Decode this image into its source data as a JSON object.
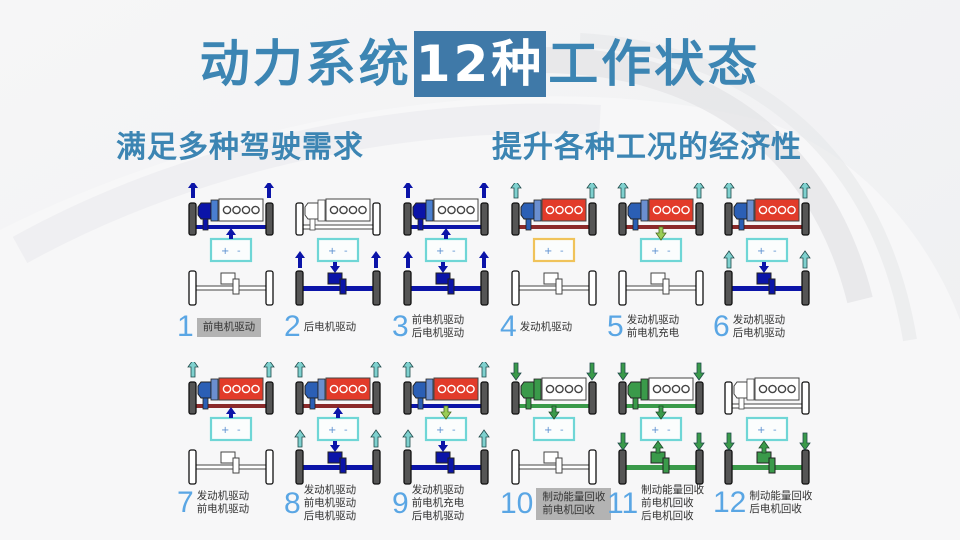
{
  "title": {
    "prefix": "动力系统",
    "highlight": "12种",
    "suffix": "工作状态"
  },
  "subtitles": {
    "left": "满足多种驾驶需求",
    "right": "提升各种工况的经济性"
  },
  "colors": {
    "title": "#3c85b3",
    "highlight_bg": "#3f79a8",
    "number": "#5aa6e4",
    "motor_drive": "#0b14a8",
    "engine_active": "#e23b2a",
    "engine_axle": "#8b2a2a",
    "regen": "#3a9a4a",
    "battery": "#6fd6d6",
    "battery_idle": "#f0c35a",
    "idle": "#888888",
    "output_arrow": "#7fd1cf"
  },
  "modes": [
    {
      "id": 1,
      "number": "1",
      "lines": [
        "前电机驱动"
      ],
      "boxed": true,
      "front": {
        "engine": "off",
        "motor": "drive",
        "axle": "drive",
        "wheel_arrows": "up-drive",
        "batt_arrow": "up-drive"
      },
      "rear": {
        "motor": "off",
        "axle": "off",
        "wheel_arrows": "none",
        "batt_arrow": "none"
      },
      "battery": "cyan"
    },
    {
      "id": 2,
      "number": "2",
      "lines": [
        "后电机驱动"
      ],
      "boxed": false,
      "front": {
        "engine": "off",
        "motor": "off",
        "axle": "off",
        "wheel_arrows": "none",
        "batt_arrow": "none"
      },
      "rear": {
        "motor": "drive",
        "axle": "drive",
        "wheel_arrows": "up-drive",
        "batt_arrow": "down-drive"
      },
      "battery": "cyan"
    },
    {
      "id": 3,
      "number": "3",
      "lines": [
        "前电机驱动",
        "后电机驱动"
      ],
      "boxed": false,
      "front": {
        "engine": "off",
        "motor": "drive",
        "axle": "drive",
        "wheel_arrows": "up-drive",
        "batt_arrow": "up-drive"
      },
      "rear": {
        "motor": "drive",
        "axle": "drive",
        "wheel_arrows": "up-drive",
        "batt_arrow": "down-drive"
      },
      "battery": "cyan"
    },
    {
      "id": 4,
      "number": "4",
      "lines": [
        "发动机驱动"
      ],
      "boxed": false,
      "front": {
        "engine": "on",
        "motor": "idle-blue",
        "axle": "engine",
        "wheel_arrows": "up-output",
        "batt_arrow": "none"
      },
      "rear": {
        "motor": "off",
        "axle": "off",
        "wheel_arrows": "none",
        "batt_arrow": "none"
      },
      "battery": "yellow"
    },
    {
      "id": 5,
      "number": "5",
      "lines": [
        "发动机驱动",
        "前电机充电"
      ],
      "boxed": false,
      "front": {
        "engine": "on",
        "motor": "idle-blue",
        "axle": "engine",
        "wheel_arrows": "up-output",
        "batt_arrow": "down-charge"
      },
      "rear": {
        "motor": "off",
        "axle": "off",
        "wheel_arrows": "none",
        "batt_arrow": "none"
      },
      "battery": "cyan"
    },
    {
      "id": 6,
      "number": "6",
      "lines": [
        "发动机驱动",
        "后电机驱动"
      ],
      "boxed": false,
      "front": {
        "engine": "on",
        "motor": "idle-blue",
        "axle": "engine",
        "wheel_arrows": "up-output",
        "batt_arrow": "none"
      },
      "rear": {
        "motor": "drive",
        "axle": "drive",
        "wheel_arrows": "up-output",
        "batt_arrow": "down-drive"
      },
      "battery": "cyan"
    },
    {
      "id": 7,
      "number": "7",
      "lines": [
        "发动机驱动",
        "前电机驱动"
      ],
      "boxed": false,
      "front": {
        "engine": "on",
        "motor": "idle-blue",
        "axle": "engine",
        "wheel_arrows": "up-output",
        "batt_arrow": "up-drive"
      },
      "rear": {
        "motor": "off",
        "axle": "off",
        "wheel_arrows": "none",
        "batt_arrow": "none"
      },
      "battery": "cyan"
    },
    {
      "id": 8,
      "number": "8",
      "lines": [
        "发动机驱动",
        "前电机驱动",
        "后电机驱动"
      ],
      "boxed": false,
      "front": {
        "engine": "on",
        "motor": "idle-blue",
        "axle": "engine",
        "wheel_arrows": "up-output",
        "batt_arrow": "up-drive"
      },
      "rear": {
        "motor": "drive",
        "axle": "drive",
        "wheel_arrows": "up-output",
        "batt_arrow": "down-drive"
      },
      "battery": "cyan"
    },
    {
      "id": 9,
      "number": "9",
      "lines": [
        "发动机驱动",
        "前电机充电",
        "后电机驱动"
      ],
      "boxed": false,
      "front": {
        "engine": "on",
        "motor": "idle-blue",
        "axle": "drive",
        "wheel_arrows": "up-output",
        "batt_arrow": "down-charge"
      },
      "rear": {
        "motor": "drive",
        "axle": "drive",
        "wheel_arrows": "up-output",
        "batt_arrow": "down-drive"
      },
      "battery": "cyan"
    },
    {
      "id": 10,
      "number": "10",
      "lines": [
        "制动能量回收",
        "前电机回收"
      ],
      "boxed": true,
      "front": {
        "engine": "off",
        "motor": "regen",
        "axle": "regen",
        "wheel_arrows": "down-regen",
        "batt_arrow": "down-regen"
      },
      "rear": {
        "motor": "off",
        "axle": "off",
        "wheel_arrows": "none",
        "batt_arrow": "none"
      },
      "battery": "cyan"
    },
    {
      "id": 11,
      "number": "11",
      "lines": [
        "制动能量回收",
        "前电机回收",
        "后电机回收"
      ],
      "boxed": false,
      "front": {
        "engine": "off",
        "motor": "regen",
        "axle": "regen",
        "wheel_arrows": "down-regen",
        "batt_arrow": "down-regen"
      },
      "rear": {
        "motor": "regen",
        "axle": "regen",
        "wheel_arrows": "down-regen",
        "batt_arrow": "up-regen"
      },
      "battery": "cyan"
    },
    {
      "id": 12,
      "number": "12",
      "lines": [
        "制动能量回收",
        "后电机回收"
      ],
      "boxed": false,
      "front": {
        "engine": "off",
        "motor": "off",
        "axle": "off",
        "wheel_arrows": "none",
        "batt_arrow": "none"
      },
      "rear": {
        "motor": "regen",
        "axle": "regen",
        "wheel_arrows": "down-regen",
        "batt_arrow": "up-regen"
      },
      "battery": "cyan"
    }
  ]
}
